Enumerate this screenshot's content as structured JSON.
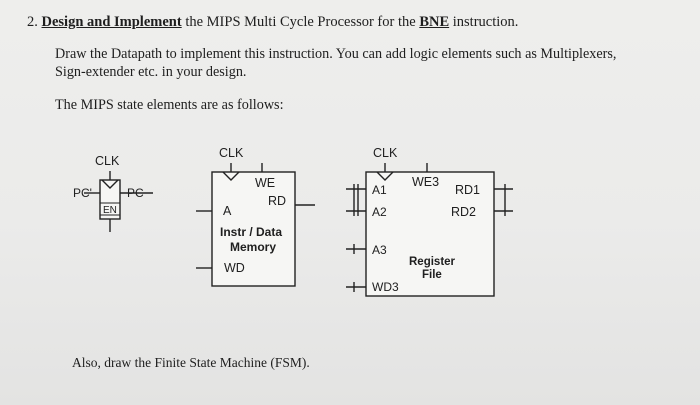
{
  "question": {
    "number": "2.",
    "heading_bold": "Design and Implement",
    "heading_mid": " the MIPS Multi Cycle Processor for the ",
    "heading_instr": "BNE",
    "heading_end": " instruction."
  },
  "paragraphs": {
    "draw_line1": "Draw the Datapath to implement this instruction. You can add logic elements such as Multiplexers,",
    "draw_line2": "Sign-extender etc. in your design.",
    "state_intro": "The MIPS state elements are as follows:",
    "fsm_note": "Also, draw the Finite State Machine (FSM)."
  },
  "diagram": {
    "pc": {
      "clk": "CLK",
      "input": "PC'",
      "output": "PC",
      "enable": "EN"
    },
    "memory": {
      "clk": "CLK",
      "we": "WE",
      "rd": "RD",
      "a": "A",
      "name_line1": "Instr / Data",
      "name_line2": "Memory",
      "wd": "WD"
    },
    "regfile": {
      "clk": "CLK",
      "we3": "WE3",
      "a1": "A1",
      "a2": "A2",
      "a3": "A3",
      "rd1": "RD1",
      "rd2": "RD2",
      "name_line1": "Register",
      "name_line2": "File",
      "wd3": "WD3"
    }
  }
}
